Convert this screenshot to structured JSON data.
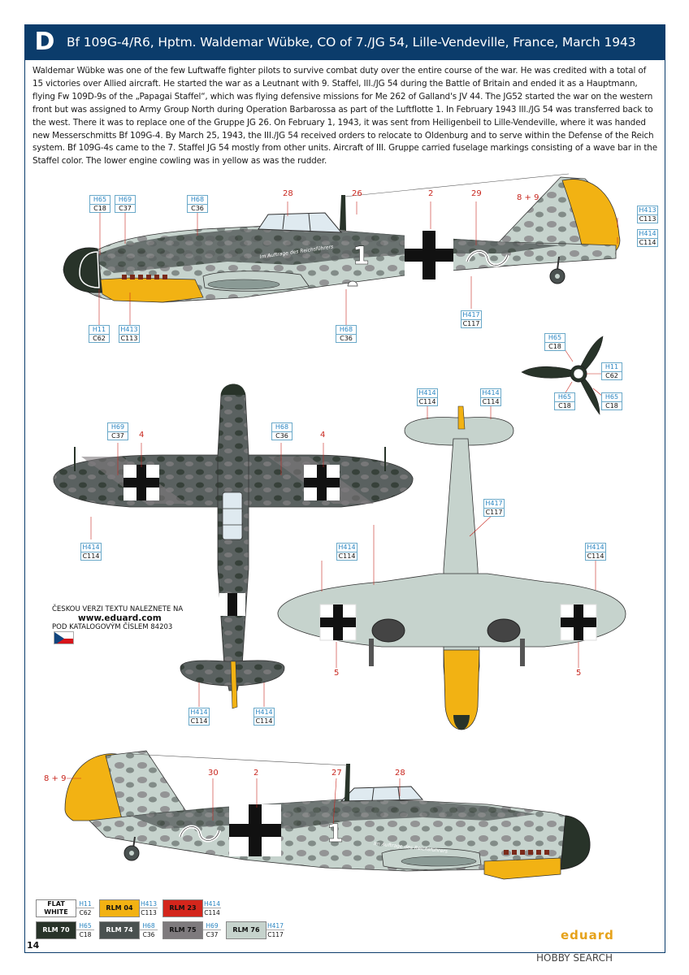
{
  "header": {
    "letter": "D",
    "title": "Bf 109G-4/R6, Hptm. Waldemar Wübke, CO of 7./JG 54, Lille-Vendeville, France, March 1943"
  },
  "description": "Waldemar Wübke was one of the few Luftwaffe fighter pilots to survive combat duty over the entire course of the war. He was credited with a total of 15 victories over Allied aircraft. He started the war as a Leutnant with 9. Staffel, III./JG 54 during the Battle of Britain and ended it as a Hauptmann, flying Fw 109D-9s of the „Papagai Staffel“, which was flying defensive missions for Me 262 of Galland's JV 44. The JG52 started the war on the western front but was assigned to Army Group North during Operation Barbarossa as part of the Luftflotte 1. In February 1943 III./JG 54 was transferred back to the west. There it was to replace one of the Gruppe JG 26. On February 1, 1943, it was sent from Heiligenbeil to Lille-Vendeville, where it was handed new Messerschmitts Bf 109G-4. By March 25, 1943, the III./JG 54 received orders to relocate to Oldenburg and to serve within the Defense of the Reich system. Bf 109G-4s came to the 7. Staffel JG 54 mostly from other units. Aircraft of III. Gruppe carried fuselage markings consisting of a wave bar in the Staffel color. The lower engine cowling was in yellow as was the rudder.",
  "callouts": {
    "side_top": [
      {
        "h": "H65",
        "c": "C18"
      },
      {
        "h": "H69",
        "c": "C37"
      },
      {
        "h": "H68",
        "c": "C36"
      },
      {
        "h": "H413",
        "c": "C113"
      },
      {
        "h": "H414",
        "c": "C114"
      },
      {
        "h": "H11",
        "c": "C62"
      },
      {
        "h": "H413",
        "c": "C113"
      },
      {
        "h": "H68",
        "c": "C36"
      },
      {
        "h": "H417",
        "c": "C117"
      }
    ],
    "prop": [
      {
        "h": "H65",
        "c": "C18"
      },
      {
        "h": "H11",
        "c": "C62"
      },
      {
        "h": "H65",
        "c": "C18"
      },
      {
        "h": "H65",
        "c": "C18"
      }
    ],
    "top_view": [
      {
        "h": "H69",
        "c": "C37"
      },
      {
        "h": "H68",
        "c": "C36"
      },
      {
        "h": "H414",
        "c": "C114"
      },
      {
        "h": "H414",
        "c": "C114"
      },
      {
        "h": "H414",
        "c": "C114"
      }
    ],
    "bottom_view": [
      {
        "h": "H414",
        "c": "C114"
      },
      {
        "h": "H414",
        "c": "C114"
      },
      {
        "h": "H417",
        "c": "C117"
      },
      {
        "h": "H414",
        "c": "C114"
      },
      {
        "h": "H414",
        "c": "C114"
      }
    ]
  },
  "stencils": {
    "side_top": [
      "28",
      "26",
      "2",
      "29",
      "8 + 9"
    ],
    "top_view": [
      "4",
      "4"
    ],
    "bottom_view": [
      "5",
      "5"
    ],
    "side_bottom": [
      "8 + 9",
      "30",
      "2",
      "27",
      "28"
    ]
  },
  "aircraft_markings": {
    "number": "1",
    "inscription": "Im Auftrage des Reichsführers"
  },
  "czech_note": {
    "line1": "ČESKOU VERZI TEXTU NALEZNETE NA",
    "url": "www.eduard.com",
    "line2": "POD KATALOGOVÝM ČÍSLEM 84203"
  },
  "legend": [
    {
      "name": "FLAT WHITE",
      "h": "H11",
      "c": "C62",
      "color": "#ffffff",
      "text": "#111111"
    },
    {
      "name": "RLM 04",
      "h": "H413",
      "c": "C113",
      "color": "#f2b213",
      "text": "#111111"
    },
    {
      "name": "RLM 23",
      "h": "H414",
      "c": "C114",
      "color": "#d3261c",
      "text": "#111111"
    },
    {
      "name": "RLM 70",
      "h": "H65",
      "c": "C18",
      "color": "#283329",
      "text": "#ffffff"
    },
    {
      "name": "RLM 74",
      "h": "H68",
      "c": "C36",
      "color": "#4a5150",
      "text": "#ffffff"
    },
    {
      "name": "RLM 75",
      "h": "H69",
      "c": "C37",
      "color": "#7e7a7d",
      "text": "#111111"
    },
    {
      "name": "RLM 76",
      "h": "H417",
      "c": "C117",
      "color": "#c6d3cd",
      "text": "#111111"
    }
  ],
  "page_number": "14",
  "brand": "eduard",
  "watermark": "HOBBY SEARCH",
  "colors": {
    "header_bg": "#0b3c6b",
    "callout_blue": "#2b86c2",
    "stencil_red": "#c8261e"
  }
}
